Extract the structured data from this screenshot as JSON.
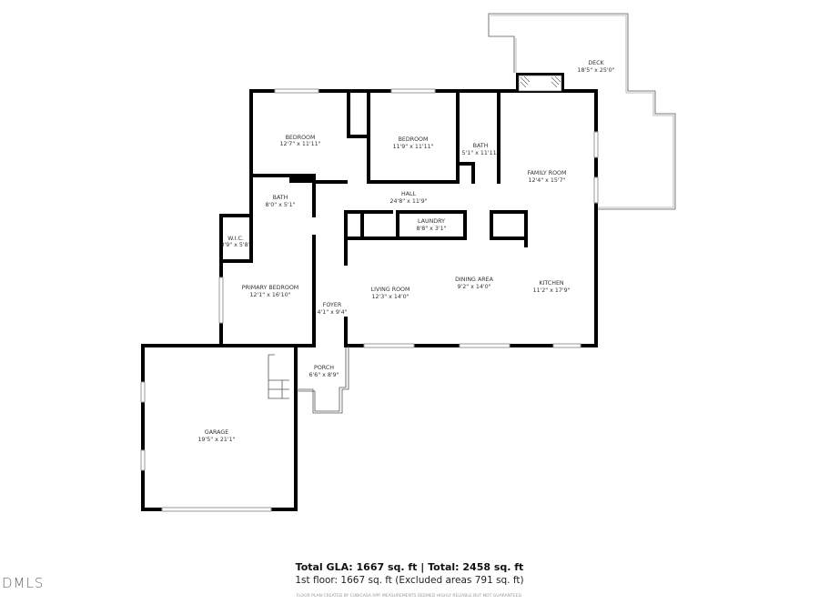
{
  "rooms": [
    {
      "name": "DECK",
      "dim": "18'5\" x 25'0\""
    },
    {
      "name": "BEDROOM",
      "dim": "12'7\" x 11'11\""
    },
    {
      "name": "BEDROOM",
      "dim": "11'9\" x 11'11\""
    },
    {
      "name": "BATH",
      "dim": "5'1\" x 11'11\""
    },
    {
      "name": "FAMILY ROOM",
      "dim": "12'4\" x 15'7\""
    },
    {
      "name": "HALL",
      "dim": "24'8\" x 11'9\""
    },
    {
      "name": "BATH",
      "dim": "8'0\" x 5'1\""
    },
    {
      "name": "LAUNDRY",
      "dim": "8'8\" x 3'1\""
    },
    {
      "name": "W.I.C.",
      "dim": "3'9\" x 5'8\""
    },
    {
      "name": "PRIMARY BEDROOM",
      "dim": "12'1\" x 16'10\""
    },
    {
      "name": "FOYER",
      "dim": "4'1\" x 9'4\""
    },
    {
      "name": "LIVING ROOM",
      "dim": "12'3\" x 14'0\""
    },
    {
      "name": "DINING AREA",
      "dim": "9'2\" x 14'0\""
    },
    {
      "name": "KITCHEN",
      "dim": "11'2\" x 17'9\""
    },
    {
      "name": "PORCH",
      "dim": "6'6\" x 8'9\""
    },
    {
      "name": "GARAGE",
      "dim": "19'5\" x 21'1\""
    }
  ],
  "totals": {
    "headline": "Total GLA: 1667 sq. ft | Total: 2458 sq. ft",
    "detail": "1st floor: 1667 sq. ft (Excluded areas 791 sq. ft)"
  },
  "disclaimer": "FLOOR PLAN CREATED BY CUBICASA APP. MEASUREMENTS DEEMED HIGHLY RELIABLE BUT NOT GUARANTEED.",
  "watermark": "DMLS"
}
